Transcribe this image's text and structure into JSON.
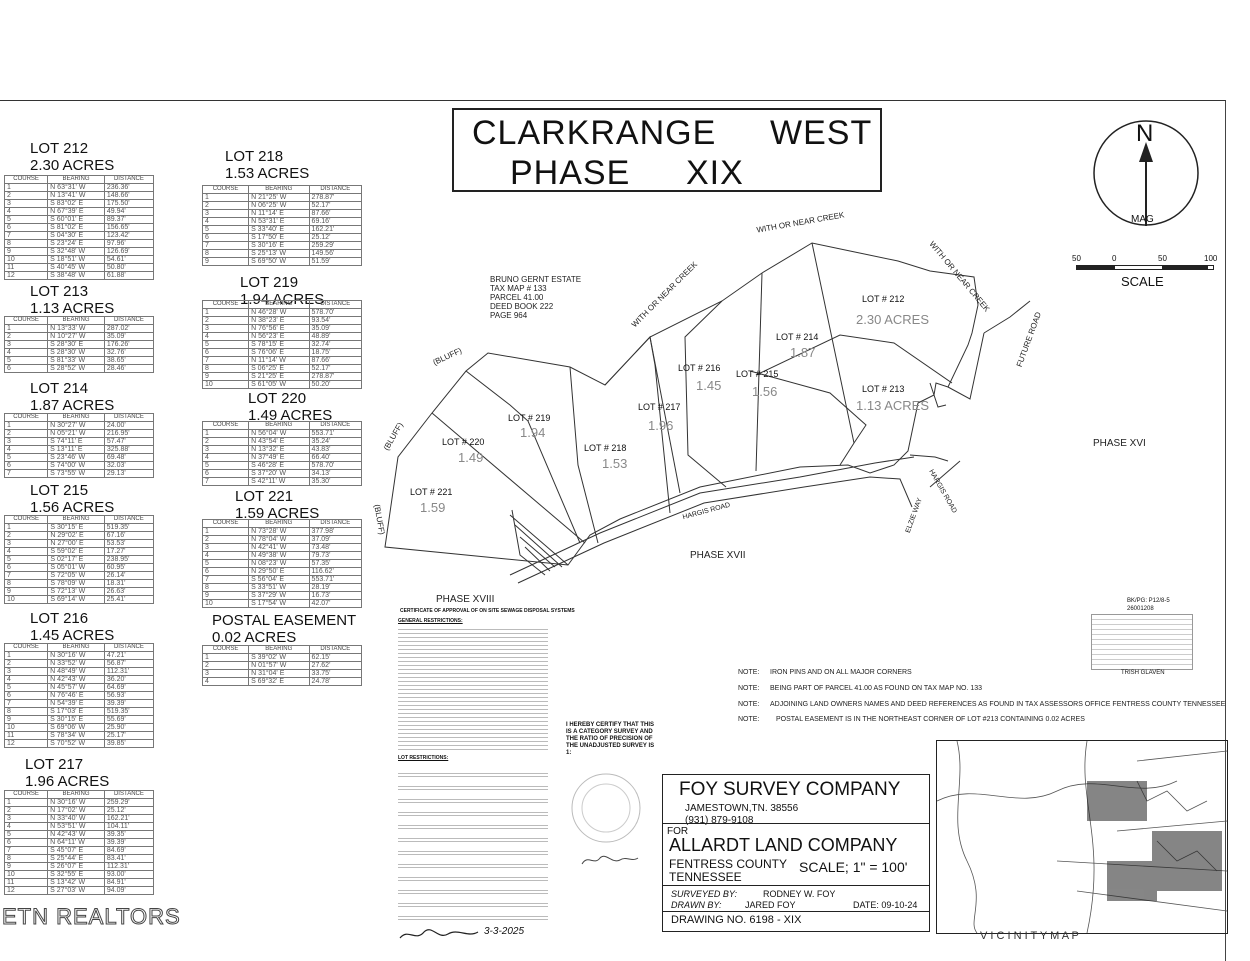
{
  "title": {
    "line1_left": "CLARKRANGE",
    "line1_right": "WEST",
    "line2_left": "PHASE",
    "line2_right": "XIX"
  },
  "north": {
    "letter": "N",
    "mag": "MAG"
  },
  "scale_bar": {
    "ticks": [
      "50",
      "0",
      "50",
      "100"
    ],
    "label": "SCALE"
  },
  "lots": [
    {
      "title": "LOT  212",
      "acres": "2.30 ACRES",
      "rows": 12,
      "bearings": [
        "N 63°31' W",
        "N 13°41' W",
        "S 83°02' E",
        "N 67°39' E",
        "S 60°01' E",
        "S 81°02' E",
        "S 04°30' E",
        "S 23°24' E",
        "S 32°48' W",
        "S 18°51' W",
        "S 40°45' W",
        "S 38°48' W"
      ],
      "distances": [
        "236.36'",
        "148.66'",
        "175.50'",
        "49.94'",
        "89.37'",
        "156.65'",
        "123.42'",
        "97.96'",
        "126.69'",
        "54.61'",
        "50.80'",
        "61.88'"
      ]
    },
    {
      "title": "LOT  213",
      "acres": "1.13 ACRES",
      "rows": 6,
      "bearings": [
        "N 13°33' W",
        "N 10°27' W",
        "S 28°30' E",
        "S 28°30' W",
        "S 81°33' W",
        "S 28°52' W"
      ],
      "distances": [
        "287.02'",
        "35.09'",
        "176.26'",
        "32.76'",
        "38.65'",
        "28.46'"
      ]
    },
    {
      "title": "LOT  214",
      "acres": "1.87 ACRES",
      "rows": 7,
      "bearings": [
        "N 30°27' W",
        "N 05°21' W",
        "S 74°11' E",
        "S 13°11' E",
        "S 23°46' W",
        "S 74°00' W",
        "S 73°55' W"
      ],
      "distances": [
        "24.00'",
        "216.95'",
        "57.47'",
        "325.88'",
        "69.48'",
        "32.03'",
        "29.13'"
      ]
    },
    {
      "title": "LOT  215",
      "acres": "1.56 ACRES",
      "rows": 10,
      "bearings": [
        "S 30°15' E",
        "N 29°02' E",
        "N 27°00' E",
        "S 59°02' E",
        "S 02°17' E",
        "S 05°01' W",
        "S 72°05' W",
        "S 78°09' W",
        "S 72°13' W",
        "S 69°14' W"
      ],
      "distances": [
        "519.35'",
        "67.16'",
        "53.53'",
        "17.27'",
        "238.95'",
        "60.95'",
        "26.14'",
        "18.31'",
        "26.63'",
        "25.41'"
      ]
    },
    {
      "title": "LOT  216",
      "acres": "1.45 ACRES",
      "rows": 12,
      "bearings": [
        "N 30°16' W",
        "N 33°52' W",
        "N 48°49' W",
        "N 42°43' W",
        "N 45°57' W",
        "N 76°46' E",
        "N 54°39' E",
        "S 17°03' E",
        "S 30°15' E",
        "S 69°06' W",
        "S 78°34' W",
        "S 70°52' W"
      ],
      "distances": [
        "47.21'",
        "56.87'",
        "112.31'",
        "36.20'",
        "64.69'",
        "56.93'",
        "39.39'",
        "519.35'",
        "55.69'",
        "25.90'",
        "25.17'",
        "39.85'"
      ]
    },
    {
      "title": "LOT  217",
      "acres": "1.96 ACRES",
      "rows": 12,
      "bearings": [
        "N 30°16' W",
        "N 17°02' W",
        "N 33°40' W",
        "N 53°51' W",
        "N 42°43' W",
        "N 64°11' W",
        "S 45°07' E",
        "S 25°44' E",
        "S 26°07' E",
        "S 32°55' E",
        "S 13°42' W",
        "S 27°03' W"
      ],
      "distances": [
        "259.29'",
        "25.12'",
        "162.21'",
        "104.11'",
        "39.35'",
        "39.39'",
        "84.69'",
        "83.41'",
        "112.31'",
        "93.00'",
        "84.91'",
        "94.09'"
      ]
    },
    {
      "title": "LOT  218",
      "acres": "1.53 ACRES",
      "rows": 9,
      "bearings": [
        "N 21°25' W",
        "N 06°25' W",
        "N 11°14' E",
        "N 53°31' E",
        "S 33°40' E",
        "S 17°50' E",
        "S 30°16' E",
        "S 25°13' W",
        "S 69°50' W"
      ],
      "distances": [
        "278.87'",
        "52.17'",
        "87.66'",
        "69.16'",
        "162.21'",
        "25.12'",
        "259.29'",
        "149.56'",
        "51.59'"
      ]
    },
    {
      "title": "LOT  219",
      "acres": "1.94 ACRES",
      "rows": 10,
      "bearings": [
        "N 46°28' W",
        "N 38°23' E",
        "N 76°56' E",
        "N 56°23' E",
        "S 78°15' E",
        "S 76°06' E",
        "N 11°14' W",
        "S 06°25' E",
        "S 21°25' E",
        "S 61°05' W"
      ],
      "distances": [
        "578.70'",
        "93.54'",
        "35.09'",
        "48.89'",
        "32.74'",
        "18.75'",
        "87.66'",
        "52.17'",
        "278.87'",
        "50.20'"
      ]
    },
    {
      "title": "LOT  220",
      "acres": "1.49 ACRES",
      "rows": 7,
      "bearings": [
        "N 56°04' W",
        "N 43°54' E",
        "N 13°32' E",
        "N 37°49' E",
        "S 46°28' E",
        "S 37°20' W",
        "S 42°11' W"
      ],
      "distances": [
        "553.71'",
        "35.24'",
        "43.83'",
        "66.40'",
        "578.70'",
        "34.13'",
        "35.30'"
      ]
    },
    {
      "title": "LOT  221",
      "acres": "1.59 ACRES",
      "rows": 10,
      "bearings": [
        "N 73°28' W",
        "N 78°04' W",
        "N 42°41' W",
        "N 49°38' W",
        "N 08°23' W",
        "N 29°50' E",
        "S 56°04' E",
        "S 33°51' W",
        "S 37°29' W",
        "S 17°54' W"
      ],
      "distances": [
        "377.98'",
        "37.09'",
        "73.48'",
        "79.73'",
        "57.35'",
        "116.62'",
        "553.71'",
        "28.19'",
        "16.73'",
        "42.07'"
      ]
    },
    {
      "title": "POSTAL EASEMENT",
      "acres": "0.02 ACRES",
      "rows": 4,
      "bearings": [
        "S 39°02' W",
        "N 01°57' W",
        "N 31°04' E",
        "S 69°32' E"
      ],
      "distances": [
        "62.15'",
        "27.62'",
        "33.75'",
        "24.78'"
      ]
    }
  ],
  "table_headers": {
    "course": "COURSE",
    "bearing": "BEARING",
    "distance": "DISTANCE"
  },
  "map": {
    "bruno": [
      "BRUNO GERNT ESTATE",
      "TAX MAP # 133",
      "PARCEL 41.00",
      "DEED BOOK 222",
      "PAGE 964"
    ],
    "creek1": "WITH OR NEAR CREEK",
    "creek2": "WITH OR NEAR CREEK",
    "creek3": "WITH OR NEAR CREEK",
    "bluff": "(BLUFF)",
    "future_road": "FUTURE ROAD",
    "hargis": "HARGIS ROAD",
    "elzie": "ELZIE WAY",
    "phase_xvi": "PHASE  XVI",
    "phase_xvii": "PHASE  XVII",
    "phase_xviii": "PHASE  XVIII",
    "lot_labels": [
      {
        "name": "LOT # 212",
        "acres": "2.30 ACRES"
      },
      {
        "name": "LOT # 214",
        "acres": "1.87"
      },
      {
        "name": "LOT # 215",
        "acres": "1.56"
      },
      {
        "name": "LOT # 216",
        "acres": "1.45"
      },
      {
        "name": "LOT # 213",
        "acres": "1.13 ACRES"
      },
      {
        "name": "LOT # 217",
        "acres": "1.96"
      },
      {
        "name": "LOT # 219",
        "acres": "1.94"
      },
      {
        "name": "LOT # 218",
        "acres": "1.53"
      },
      {
        "name": "LOT # 220",
        "acres": "1.49"
      },
      {
        "name": "LOT # 221",
        "acres": "1.59"
      }
    ]
  },
  "notes": [
    {
      "label": "NOTE:",
      "text": "IRON PINS AND ON ALL MAJOR CORNERS"
    },
    {
      "label": "NOTE:",
      "text": "BEING PART OF PARCEL 41.00 AS FOUND ON TAX MAP NO. 133"
    },
    {
      "label": "NOTE:",
      "text": "ADJOINING LAND OWNERS NAMES AND DEED REFERENCES AS FOUND IN TAX ASSESSORS OFFICE FENTRESS COUNTY TENNESSEE"
    },
    {
      "label": "NOTE:",
      "text": "POSTAL EASEMENT IS IN THE NORTHEAST CORNER OF LOT #213 CONTAINING 0.02   ACRES"
    }
  ],
  "register": {
    "book": "BK/PG: P12/8-5",
    "number": "26001208",
    "name": "TRISH GLAVEN"
  },
  "approval": {
    "title": "CERTIFICATE OF APPROVAL OF ON SITE SEWAGE DISPOSAL SYSTEMS",
    "general": "GENERAL RESTRICTIONS:",
    "lot_restrictions": "LOT RESTRICTIONS:",
    "signature": "3-3-2025"
  },
  "surveyor_cert": "I HEREBY CERTIFY THAT THIS IS A CATEGORY SURVEY AND THE RATIO OF PRECISION OF THE UNADJUSTED SURVEY IS 1:",
  "foy": {
    "company": "FOY SURVEY COMPANY",
    "city": "JAMESTOWN,TN. 38556",
    "phone": "(931) 879-9108",
    "for": "FOR",
    "client": "ALLARDT LAND COMPANY",
    "county": "FENTRESS COUNTY",
    "state": "TENNESSEE",
    "scale": "SCALE;  1\" = 100'",
    "surveyed": "SURVEYED  BY:",
    "surveyor": "RODNEY  W.  FOY",
    "drawn": "DRAWN  BY:",
    "drafter": "JARED  FOY",
    "date": "DATE:  09-10-24",
    "drawing": "DRAWING NO.  6198 - XIX"
  },
  "vicinity": "V I C I N I T Y     M A P",
  "watermark": "ETN REALTORS"
}
